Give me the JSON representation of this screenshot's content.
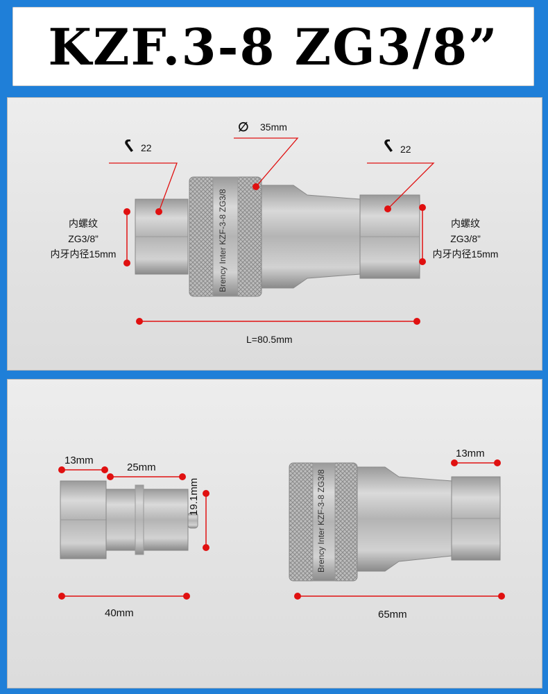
{
  "title": "KZF.3-8 ZG3/8”",
  "top_panel": {
    "wrench_left_value": "22",
    "wrench_right_value": "22",
    "diameter_symbol": "∅",
    "diameter_value": "35mm",
    "thread_left": [
      "内螺纹",
      "ZG3/8”",
      "内牙内径15mm"
    ],
    "thread_right": [
      "内螺纹",
      "ZG3/8”",
      "内牙内径15mm"
    ],
    "length_label": "L=80.5mm",
    "engraving": "Brency Inter KZF-3-8 ZG3/8"
  },
  "bottom_panel": {
    "plug_hex_label": "13mm",
    "plug_body_label": "25mm",
    "plug_diameter_label": "19.1mm",
    "plug_length_label": "40mm",
    "socket_hex_label": "13mm",
    "socket_length_label": "65mm",
    "engraving": "Brency Inter KZF-3-8 ZG3/8"
  },
  "colors": {
    "frame": "#1f7fd8",
    "marker": "#e01010",
    "line": "#e01010"
  }
}
